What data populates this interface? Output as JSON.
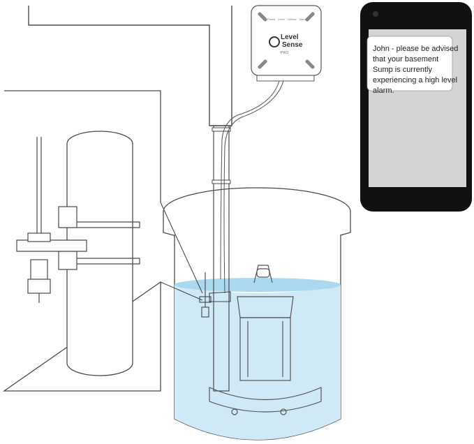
{
  "device": {
    "brand_line1": "Level",
    "brand_line2": "Sense",
    "brand_sub": "PRO",
    "leds": [
      "Power",
      "Level",
      "Cellular",
      "Alarm"
    ]
  },
  "phone": {
    "message": "John - please be advised that your basement Sump is currently experiencing a high level alarm."
  },
  "colors": {
    "water": "#cfe9f6",
    "water_surface": "#a9d8ef",
    "line": "#4a4a4a",
    "phone_body": "#111111",
    "screen": "#d4d4d4"
  }
}
